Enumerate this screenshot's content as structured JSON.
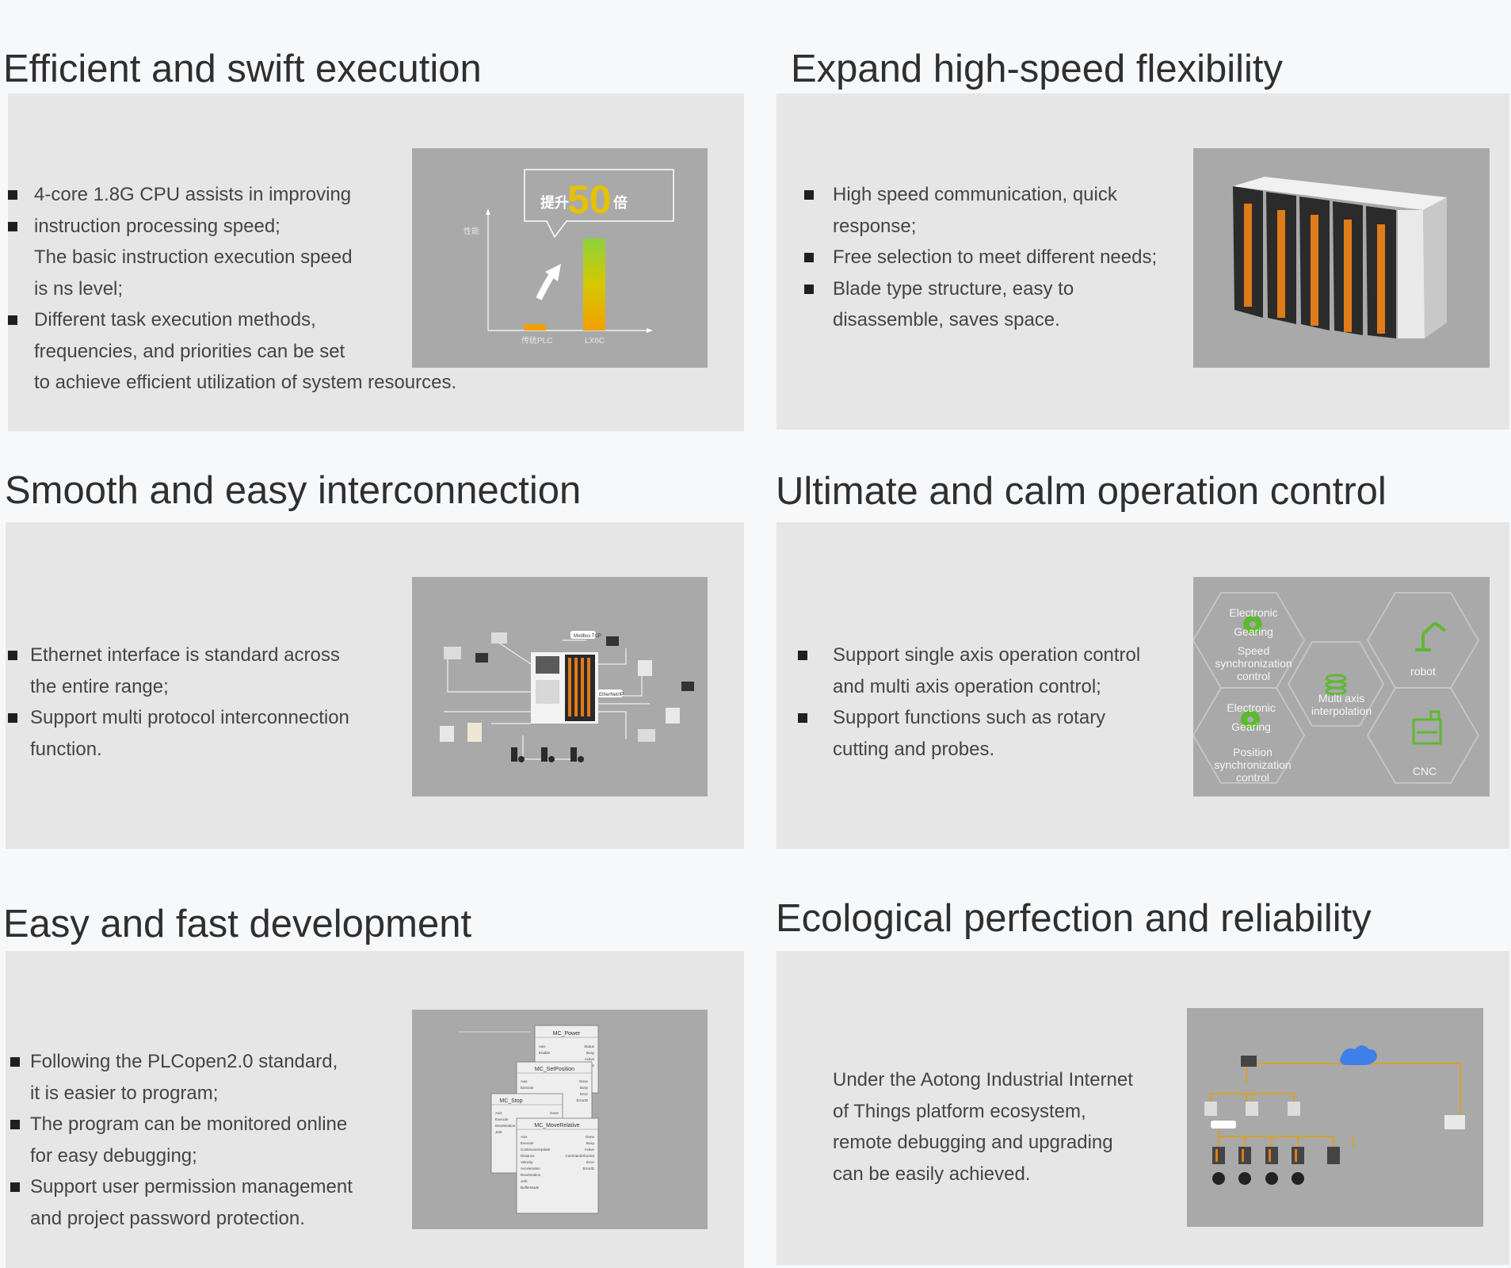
{
  "sections": [
    {
      "title": "Efficient and swift execution",
      "lines": [
        {
          "text": "4-core 1.8G CPU assists in improving",
          "bullet": true
        },
        {
          "text": "instruction processing speed;",
          "bullet": true
        },
        {
          "text": "The basic instruction execution speed",
          "bullet": false
        },
        {
          "text": " is ns level;",
          "bullet": false
        },
        {
          "text": "Different task execution methods,",
          "bullet": true
        },
        {
          "text": "frequencies, and priorities can be set",
          "bullet": false
        },
        {
          "text": "to achieve efficient utilization of system resources.",
          "bullet": false
        }
      ],
      "chart": {
        "bubble_prefix": "提升",
        "bubble_number": "50",
        "bubble_suffix": "倍",
        "y_label": "性能",
        "bar1_label": "传统PLC",
        "bar2_label": "LX6C"
      }
    },
    {
      "title": "Expand high-speed flexibility",
      "lines": [
        {
          "text": "High speed communication, quick",
          "bullet": true
        },
        {
          "text": "response;",
          "bullet": false
        },
        {
          "text": "Free selection to meet different needs;",
          "bullet": true
        },
        {
          "text": "Blade type structure, easy to",
          "bullet": true
        },
        {
          "text": "disassemble, saves space.",
          "bullet": false
        }
      ]
    },
    {
      "title": "Smooth and easy interconnection",
      "lines": [
        {
          "text": "Ethernet interface is standard across",
          "bullet": true
        },
        {
          "text": "the entire range;",
          "bullet": false
        },
        {
          "text": "Support multi protocol interconnection",
          "bullet": true
        },
        {
          "text": "function.",
          "bullet": false
        }
      ],
      "network_labels": [
        "Modbus TCP",
        "EtherNet/IP"
      ]
    },
    {
      "title": "Ultimate and calm operation control",
      "lines": [
        {
          "text": "Support single axis operation control",
          "bullet": true
        },
        {
          "text": "and multi axis operation control;",
          "bullet": false
        },
        {
          "text": "Support functions such as rotary",
          "bullet": true
        },
        {
          "text": "cutting and probes.",
          "bullet": false
        }
      ],
      "hexes": {
        "h1": [
          "Electronic",
          "Gearing",
          "Speed",
          "synchronization",
          "control"
        ],
        "h2": [
          "Multi axis",
          "interpolation"
        ],
        "h3": [
          "robot"
        ],
        "h4": [
          "Electronic",
          "Gearing",
          "Position",
          "synchronization",
          "control"
        ],
        "h5": [
          "CNC"
        ]
      }
    },
    {
      "title": "Easy and fast development",
      "lines": [
        {
          "text": "Following the PLCopen2.0 standard,",
          "bullet": true
        },
        {
          "text": "it is easier to program;",
          "bullet": false
        },
        {
          "text": "The program can be monitored online",
          "bullet": true
        },
        {
          "text": "for easy debugging;",
          "bullet": false
        },
        {
          "text": "Support user permission management",
          "bullet": true
        },
        {
          "text": "and project password protection.",
          "bullet": false
        }
      ],
      "blocks": [
        {
          "name": "MC_Power",
          "inputs": [
            "Axis",
            "Enable"
          ],
          "outputs": [
            "Status",
            "Busy",
            "Active",
            "Error"
          ]
        },
        {
          "name": "MC_SetPosition",
          "inputs": [
            "Axis",
            "Execute"
          ],
          "outputs": [
            "Done",
            "Busy",
            "Error",
            "ErrorID"
          ]
        },
        {
          "name": "MC_Stop",
          "inputs": [
            "Axis",
            "Execute",
            "Deceleration",
            "Jerk"
          ],
          "outputs": [
            "Done",
            "Busy"
          ]
        },
        {
          "name": "MC_MoveRelative",
          "inputs": [
            "Axis",
            "Execute",
            "ContinuousUpdate",
            "Distance",
            "Velocity",
            "Acceleration",
            "Deceleration",
            "Jerk",
            "BufferMode"
          ],
          "outputs": [
            "Done",
            "Busy",
            "Active",
            "CommandAborted",
            "Error",
            "ErrorID"
          ]
        }
      ]
    },
    {
      "title": "Ecological perfection and reliability",
      "lines": [
        {
          "text": "Under the Aotong Industrial Internet",
          "bullet": false
        },
        {
          "text": " of Things platform ecosystem,",
          "bullet": false
        },
        {
          "text": " remote debugging and upgrading",
          "bullet": false
        },
        {
          "text": " can be easily achieved.",
          "bullet": false
        }
      ]
    }
  ],
  "colors": {
    "accent_green": "#7cc243",
    "accent_yellow": "#e8c000",
    "accent_orange": "#f2a400",
    "panel": "#e6e6e6",
    "image_bg": "#a9a9a9"
  }
}
